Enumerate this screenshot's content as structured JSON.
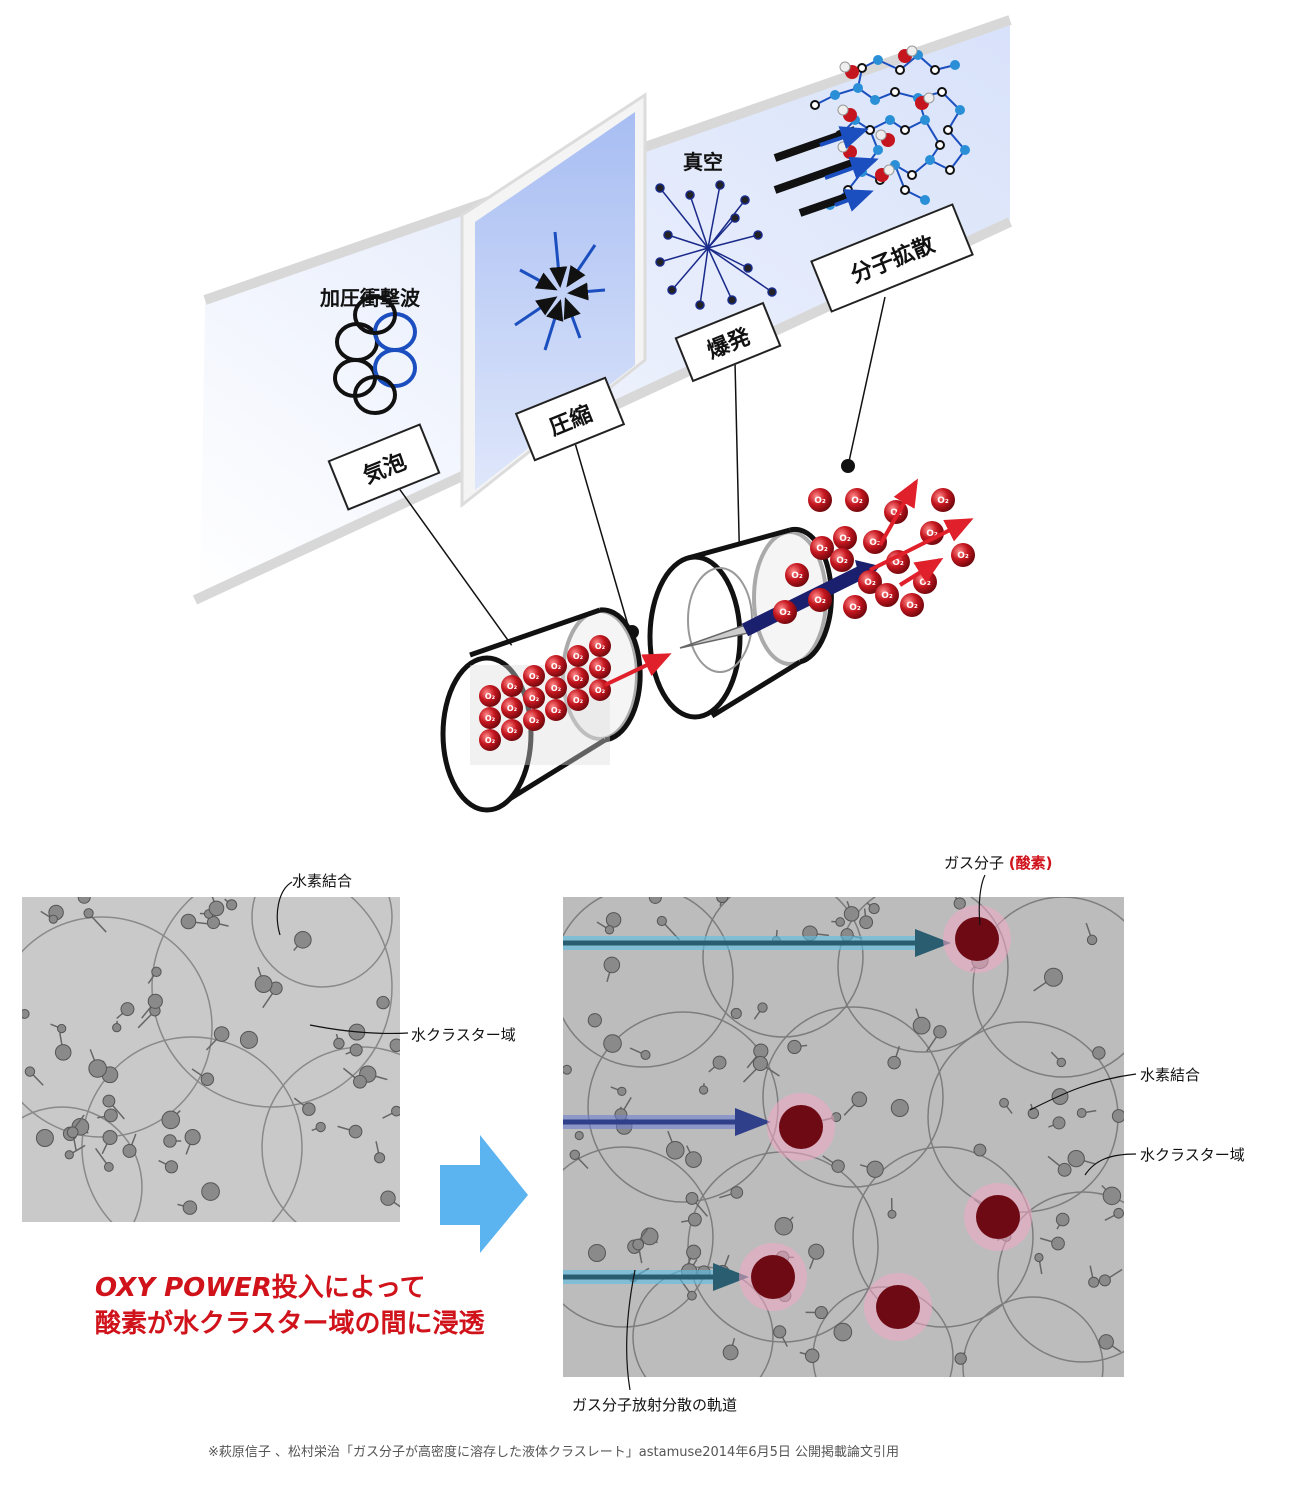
{
  "top": {
    "label_pressure_shock": "加圧衝撃波",
    "label_vacuum": "真空",
    "box_bubble": "気泡",
    "box_compress": "圧縮",
    "box_explode": "爆発",
    "box_diffuse": "分子拡散",
    "o2": "O₂"
  },
  "bottom": {
    "left_hbond": "水素結合",
    "left_cluster": "水クラスター域",
    "right_gas": "ガス分子",
    "right_gas_oxygen": "(酸素)",
    "right_hbond": "水素結合",
    "right_cluster": "水クラスター域",
    "trajectory": "ガス分子放射分散の軌道",
    "message_line1_italic": "OXY POWER",
    "message_line1_rest": "投入によって",
    "message_line2": "酸素が水クラスター域の間に浸透"
  },
  "footnote": "※萩原信子 、松村栄治「ガス分子が高密度に溶存した液体クラスレート」astamuse2014年6月5日 公開掲載論文引用",
  "colors": {
    "accent_red": "#d0121b",
    "o2_red": "#b5121b",
    "blue": "#1b4fbf",
    "arrow_light_blue": "#5bb3f0"
  }
}
